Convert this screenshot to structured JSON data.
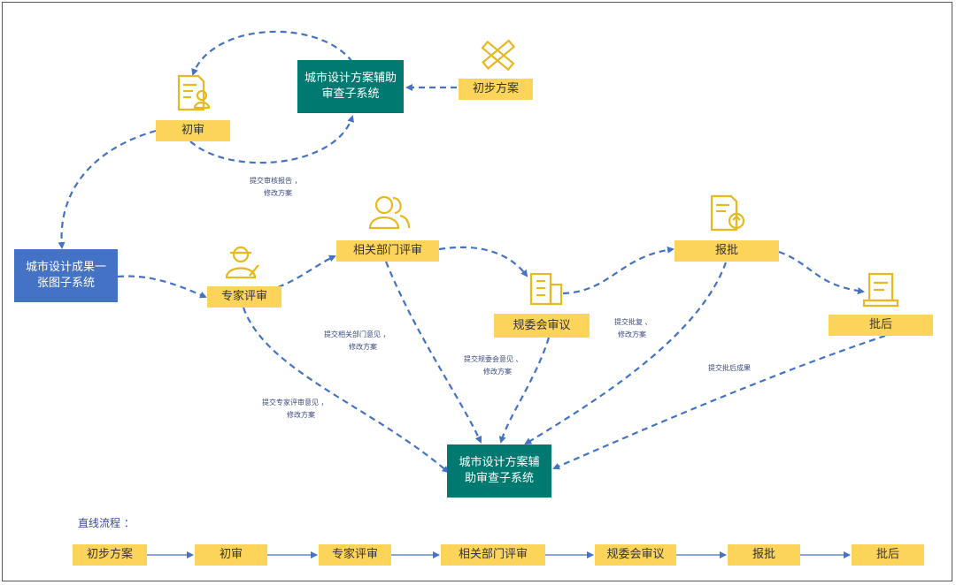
{
  "nodes": {
    "audit_top": "城市设计方案辅助审查子系统",
    "prelim_plan": "初步方案",
    "first_review": "初审",
    "one_map": "城市设计成果一张图子系统",
    "expert_review": "专家评审",
    "dept_review": "相关部门评审",
    "committee": "规委会审议",
    "submit": "报批",
    "approved": "批后",
    "audit_bottom": "城市设计方案辅助审查子系统"
  },
  "notes": {
    "n1_line1": "提交审核报告    ，",
    "n1_line2": "修改方案",
    "n2_line1": "提交相关部门意见    ，",
    "n2_line2": "修改方案",
    "n3_line1": "提交专家评审意见    ，",
    "n3_line2": "修改方案",
    "n4_line1": "提交规委会意见    、",
    "n4_line2": "修改方案",
    "n5_line1": "提交批复    、",
    "n5_line2": "修改方案",
    "n6_line1": "提交批后成果"
  },
  "linear_flow": {
    "title": "直线流程  ：",
    "steps": [
      "初步方案",
      "初审",
      "专家评审",
      "相关部门评审",
      "规委会审议",
      "报批",
      "批后"
    ]
  },
  "colors": {
    "yellow": "#fdd45a",
    "teal": "#007a70",
    "blue": "#4472c4",
    "arrow": "#4472c4",
    "icon": "#e8b820"
  }
}
